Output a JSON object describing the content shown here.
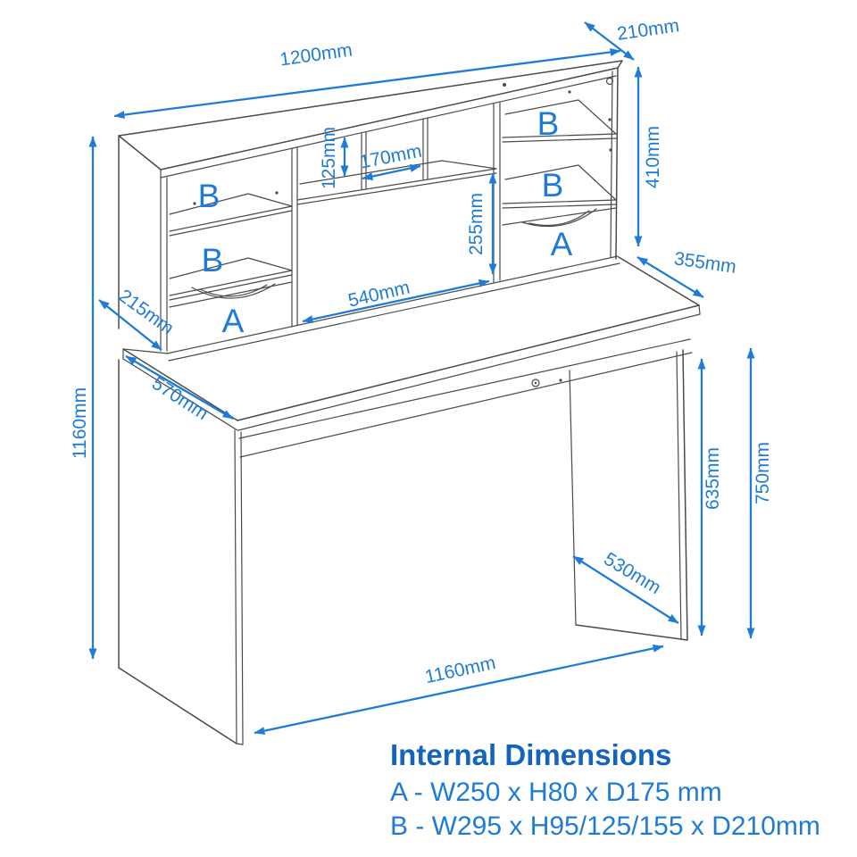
{
  "diagram": {
    "type": "furniture-dimension-drawing",
    "subject": "desk-with-hutch"
  },
  "dims": {
    "hutch_width": "1200mm",
    "hutch_depth": "210mm",
    "hutch_height": "410mm",
    "desktop_front_depth": "355mm",
    "hutch_shelf_depth": "215mm",
    "desk_depth": "570mm",
    "total_height": "1160mm",
    "cubby_height": "125mm",
    "cubby_width": "170mm",
    "open_section_height": "255mm",
    "open_section_width": "540mm",
    "knee_clearance_height": "635mm",
    "desk_height": "750mm",
    "side_panel_depth": "530mm",
    "desk_width": "1160mm"
  },
  "compartments": {
    "left_top": "B",
    "left_middle": "B",
    "left_drawer": "A",
    "right_top": "B",
    "right_middle": "B",
    "right_drawer": "A"
  },
  "legend": {
    "heading": "Internal Dimensions",
    "item_a": "A - W250 x H80 x D175 mm",
    "item_b": "B - W295 x H95/125/155 x D210mm"
  },
  "colors": {
    "dimension": "#1f7cd6",
    "heading": "#1464be",
    "line": "#4a4a4a",
    "background": "#ffffff"
  }
}
